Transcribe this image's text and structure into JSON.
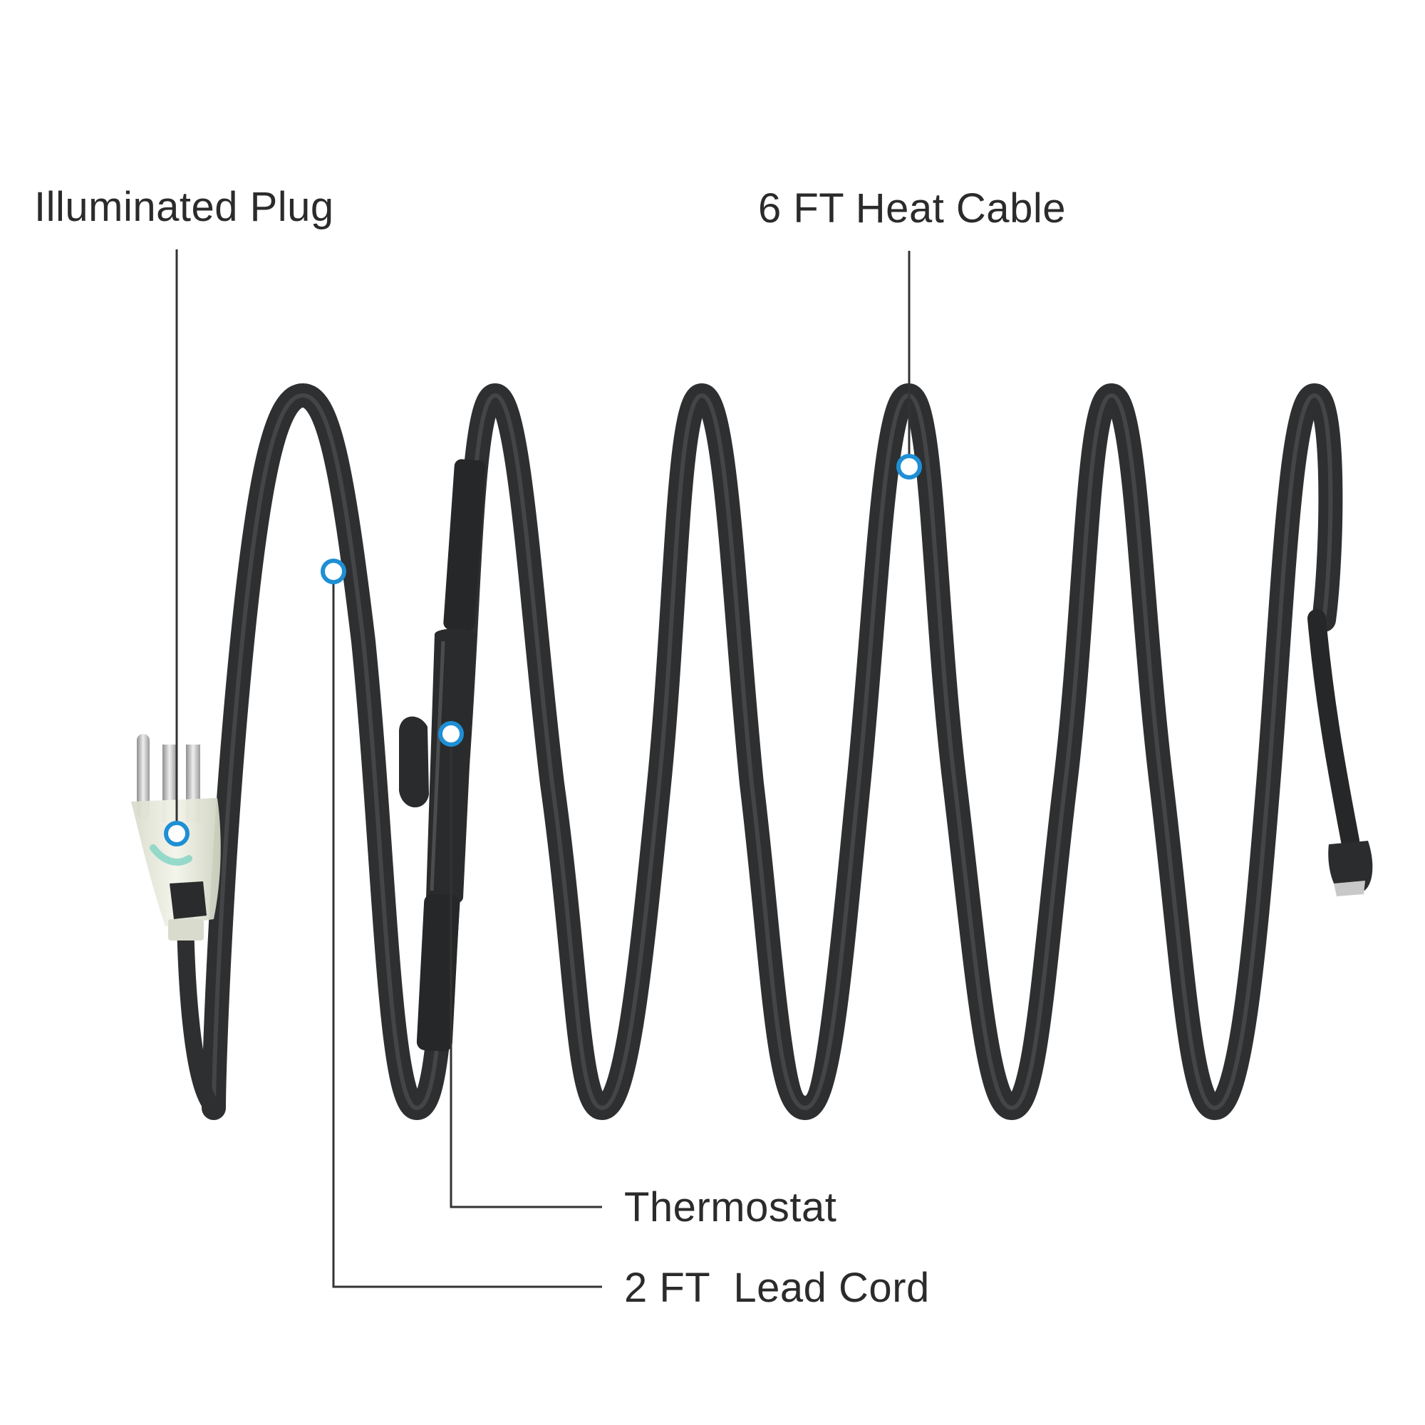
{
  "callouts": {
    "illuminated_plug": "Illuminated Plug",
    "heat_cable": "6 FT Heat Cable",
    "thermostat": "Thermostat",
    "lead_cord": "2 FT  Lead Cord"
  },
  "colors": {
    "background": "#ffffff",
    "cable": "#2e2f30",
    "cable_highlight": "#55585a",
    "leader_line": "#333333",
    "marker_ring": "#1e8fd5",
    "marker_fill": "#ffffff",
    "label_text": "#2b2b2b",
    "plug_body": "#e4e6d8",
    "prong": "#c9c9c9"
  },
  "icons": [
    "illuminated-plug-icon",
    "thermostat-icon",
    "cable-end-cap-icon"
  ]
}
